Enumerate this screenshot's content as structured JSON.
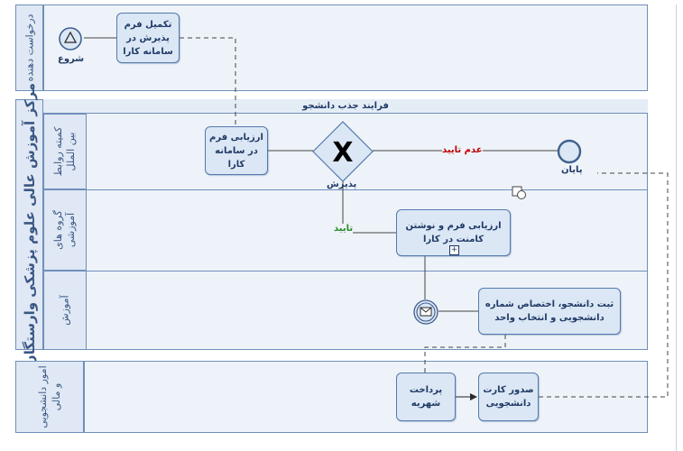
{
  "pools": {
    "applicant": "درخواست دهنده",
    "center": "مرکز آموزش عالی علوم پزشکی وارستگان",
    "finance": "امور دانشجویی و مالی"
  },
  "process_title": "فرایند جذب دانشجو",
  "lanes": {
    "committee": "کمیته روابط بین الملل",
    "groups": "گروه های آموزشی",
    "education": "آموزش"
  },
  "events": {
    "start": "شروع",
    "end": "پایان"
  },
  "tasks": {
    "complete_form": "تکمیل فرم پذیرش در سامانه کارا",
    "evaluate_form": "ارزیابی فرم در سامانه کارا",
    "evaluate_comment": "ارزیابی فرم و نوشتن کامنت در کارا",
    "register": "ثبت دانشجو، اختصاص شماره دانشجویی و انتخاب واحد",
    "tuition": "پرداخت شهریه",
    "card": "صدور کارت دانشجویی"
  },
  "gateway": {
    "symbol": "X",
    "label": "پذیرش"
  },
  "flows": {
    "rejected": "عدم تایید",
    "approved": "تایید"
  },
  "colors": {
    "rejected": "#c00000",
    "approved": "#2e8b2e",
    "lane_border": "#6f8fba"
  }
}
